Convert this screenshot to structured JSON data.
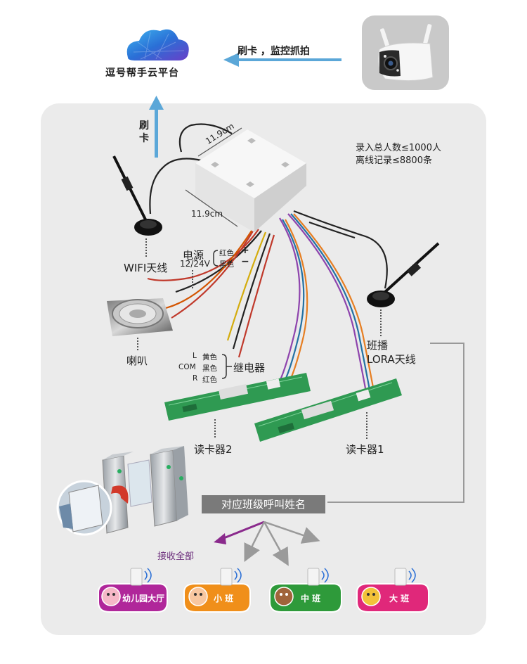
{
  "cloud": {
    "title": "逗号帮手云平台"
  },
  "flow": {
    "swipe_monitor_label": "刷卡 ，监控抓拍",
    "swipe_up_label_1": "刷",
    "swipe_up_label_2": "卡"
  },
  "device": {
    "dim_width": "11.9cm",
    "dim_depth": "11.9cm"
  },
  "specs": {
    "line1": "录入总人数≤1000人",
    "line2": "离线记录≤8800条"
  },
  "wifi": {
    "label": "WIFI天线"
  },
  "power": {
    "label": "电源",
    "voltage": "12/24V",
    "red": "红色",
    "plus": "+",
    "black": "黑色",
    "minus": "−"
  },
  "speaker": {
    "label": "喇叭"
  },
  "relay": {
    "label": "继电器",
    "l": "L",
    "l_color": "黄色",
    "com": "COM",
    "com_color": "黑色",
    "r": "R",
    "r_color": "红色"
  },
  "lora": {
    "line1": "班播",
    "line2": "LORA天线"
  },
  "readers": {
    "reader2": "读卡器2",
    "reader1": "读卡器1"
  },
  "call": {
    "label": "对应班级呼叫姓名"
  },
  "receive": {
    "label": "接收全部"
  },
  "classes": [
    {
      "name": "幼儿园大厅",
      "color": "#b0279a"
    },
    {
      "name": "小 班",
      "color": "#f08f1a"
    },
    {
      "name": "中 班",
      "color": "#2e9a3a"
    },
    {
      "name": "大 班",
      "color": "#e0287a"
    }
  ],
  "colors": {
    "arrow_blue": "#5ba7d8",
    "arrow_purple": "#8a2a8c",
    "arrow_gray": "#9a9a9a",
    "board_green": "#2f9a52"
  }
}
